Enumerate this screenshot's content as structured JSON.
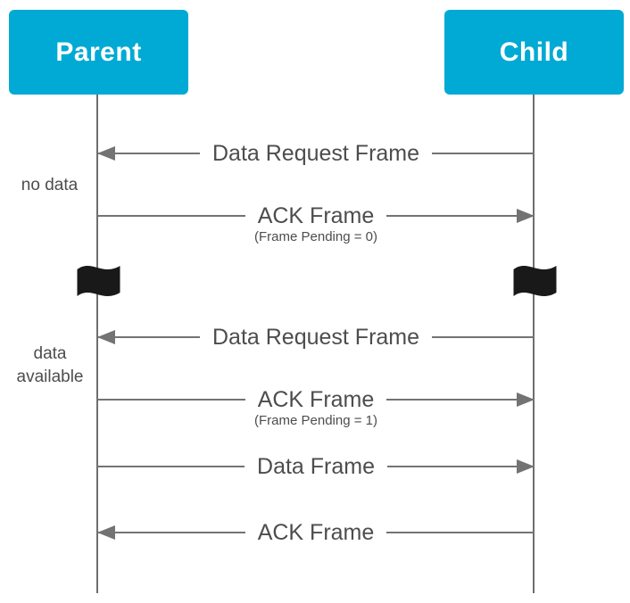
{
  "diagram": {
    "type": "sequence-diagram",
    "actors": {
      "parent": "Parent",
      "child": "Child"
    },
    "notes": {
      "no_data": "no data",
      "data_available": "data available"
    },
    "messages": [
      {
        "label": "Data Request Frame",
        "from": "child",
        "to": "parent",
        "direction": "left"
      },
      {
        "label": "ACK Frame",
        "sublabel": "(Frame Pending = 0)",
        "from": "parent",
        "to": "child",
        "direction": "right"
      },
      {
        "label": "Data Request Frame",
        "from": "child",
        "to": "parent",
        "direction": "left"
      },
      {
        "label": "ACK Frame",
        "sublabel": "(Frame Pending = 1)",
        "from": "parent",
        "to": "child",
        "direction": "right"
      },
      {
        "label": "Data Frame",
        "from": "parent",
        "to": "child",
        "direction": "right"
      },
      {
        "label": "ACK Frame",
        "from": "child",
        "to": "parent",
        "direction": "left"
      }
    ],
    "icons": {
      "time_break": "wavy-flag"
    },
    "colors": {
      "actor_fill": "#00AAD4",
      "actor_text": "#FFFFFF",
      "arrow_line": "#737373",
      "lifeline": "#6E6E6E",
      "label_text": "#4D4D4D",
      "flag": "#191919",
      "background": "#FFFFFF"
    }
  }
}
